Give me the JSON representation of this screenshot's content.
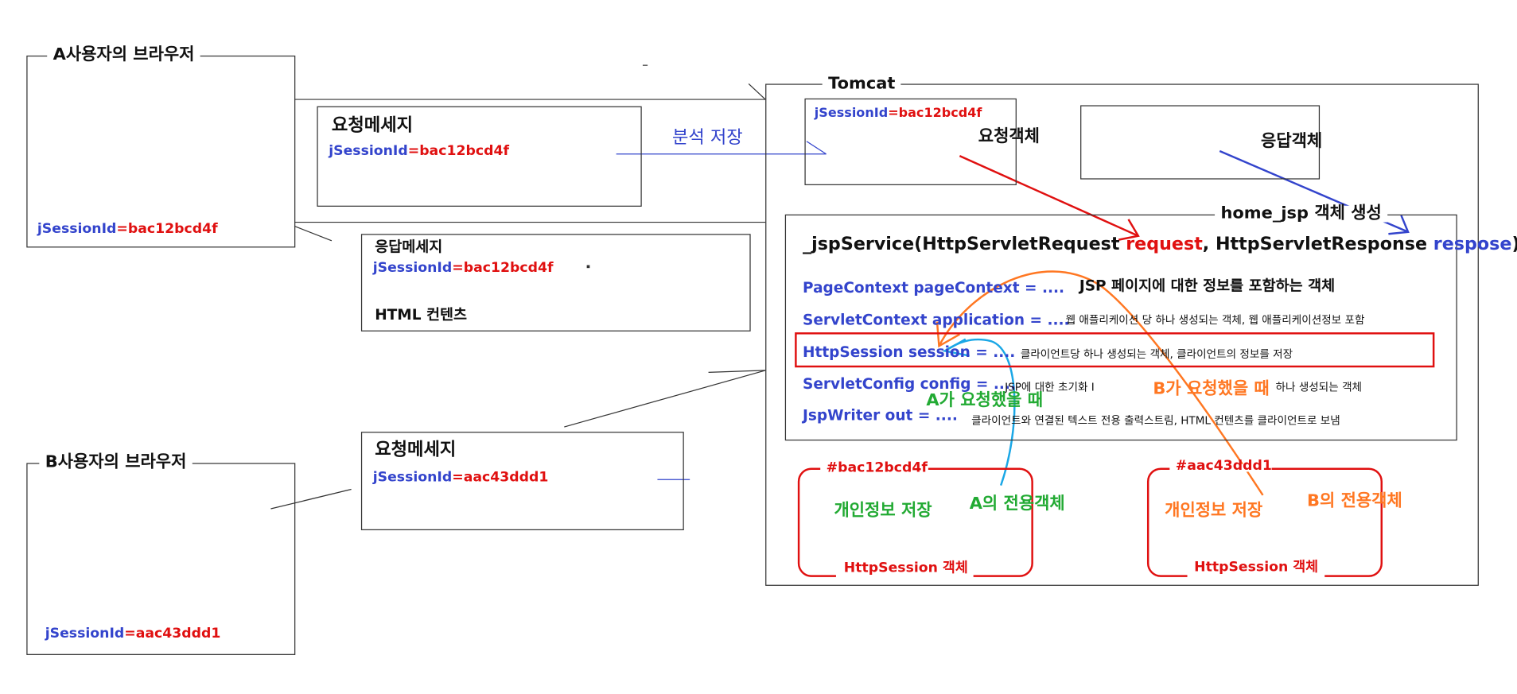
{
  "browser_a": {
    "title": "A사용자의 브라우저",
    "jsid_key": "jSessionId",
    "jsid_val": "=bac12bcd4f"
  },
  "browser_b": {
    "title": "B사용자의 브라우저",
    "jsid_key": "jSessionId",
    "jsid_val": "=aac43ddd1"
  },
  "request_a": {
    "title": "요청메세지",
    "jsid_key": "jSessionId",
    "jsid_val": "=bac12bcd4f"
  },
  "response_a": {
    "title": "응답메세지",
    "jsid_key": "jSessionId",
    "jsid_val": "=bac12bcd4f",
    "content": "HTML 컨텐츠"
  },
  "request_b": {
    "title": "요청메세지",
    "jsid_key": "jSessionId",
    "jsid_val": "=aac43ddd1"
  },
  "arrow_label": "분석 저장",
  "tomcat": {
    "title": "Tomcat",
    "request_obj": {
      "jsid_key": "jSessionId",
      "jsid_val": "=bac12bcd4f",
      "label": "요청객체"
    },
    "response_obj": {
      "label": "응답객체"
    },
    "jsp": {
      "title": "home_jsp 객체 생성",
      "service_prefix": "_jspService(HttpServletRequest ",
      "service_request": "request",
      "service_mid": ",  HttpServletResponse ",
      "service_response": "respose",
      "service_suffix": ")",
      "rows": [
        {
          "code": "PageContext pageContext = ....",
          "desc": "JSP 페이지에 대한 정보를 포함하는 객체"
        },
        {
          "code": "ServletContext application = ....",
          "desc": "웹 애플리케이션 당 하나 생성되는 객체, 웹 애플리케이션정보 포함"
        },
        {
          "code": "HttpSession session = ....",
          "desc": "클라이언트당 하나 생성되는 객체, 클라이언트의 정보를 저장"
        },
        {
          "code": "ServletConfig config = ....",
          "desc": "JSP에 대한 초기화 I"
        },
        {
          "code": "JspWriter out = ....",
          "desc": "클라이언트와 연결된 텍스트 전용 출력스트림, HTML 컨텐츠를 클라이언트로 보냄"
        }
      ],
      "config_tail": "하나 생성되는 객체"
    },
    "session_a": {
      "id": "#bac12bcd4f",
      "store": "개인정보 저장",
      "owner": "A의 전용객체",
      "type": "HttpSession 객체"
    },
    "session_b": {
      "id": "#aac43ddd1",
      "store": "개인정보 저장",
      "owner": "B의 전용객체",
      "type": "HttpSession 객체"
    }
  },
  "annotations": {
    "a_requested": "A가 요청했을 때",
    "b_requested": "B가 요청했을 때"
  },
  "colors": {
    "blue": "#3344cc",
    "red": "#e01010",
    "green": "#22aa33",
    "orange": "#ff7722",
    "cyan": "#1aa7e6"
  }
}
